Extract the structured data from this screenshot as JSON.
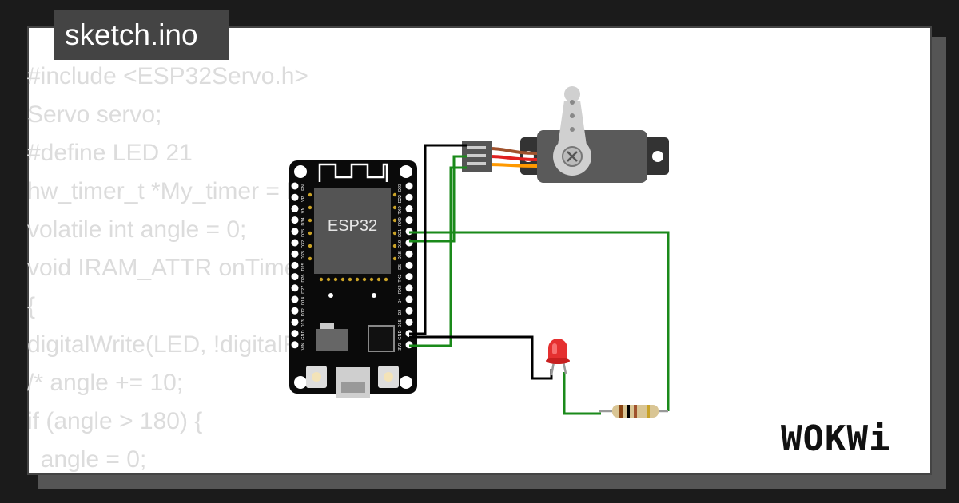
{
  "title": "sketch.ino",
  "code_lines": [
    "#include <ESP32Servo.h>",
    "Servo servo;",
    "#define LED 21",
    "hw_timer_t *My_timer = NULL;",
    "volatile int angle = 0;",
    "void IRAM_ATTR onTimer(){",
    "{",
    "digitalWrite(LED, !digitalRead(LED));",
    "/* angle += 10;",
    "if (angle > 180) {",
    "  angle = 0;"
  ],
  "board": {
    "chip_label": "ESP32",
    "left_pins": [
      "EN",
      "VP",
      "VN",
      "D34",
      "D35",
      "D32",
      "D33",
      "D25",
      "D26",
      "D27",
      "D14",
      "D12",
      "D13",
      "GND",
      "VIN"
    ],
    "right_pins": [
      "D23",
      "D22",
      "TX0",
      "RX0",
      "D21",
      "D19",
      "D18",
      "D5",
      "TX2",
      "RX2",
      "D4",
      "D2",
      "D15",
      "GND",
      "3V3"
    ]
  },
  "logo": "WOKWi",
  "colors": {
    "background": "#1b1b1b",
    "card": "#ffffff",
    "title_bg": "#444444",
    "code_text": "#dcdcdc",
    "wire_green": "#1a8a1a",
    "wire_black": "#000000",
    "led_red": "#e53030"
  }
}
